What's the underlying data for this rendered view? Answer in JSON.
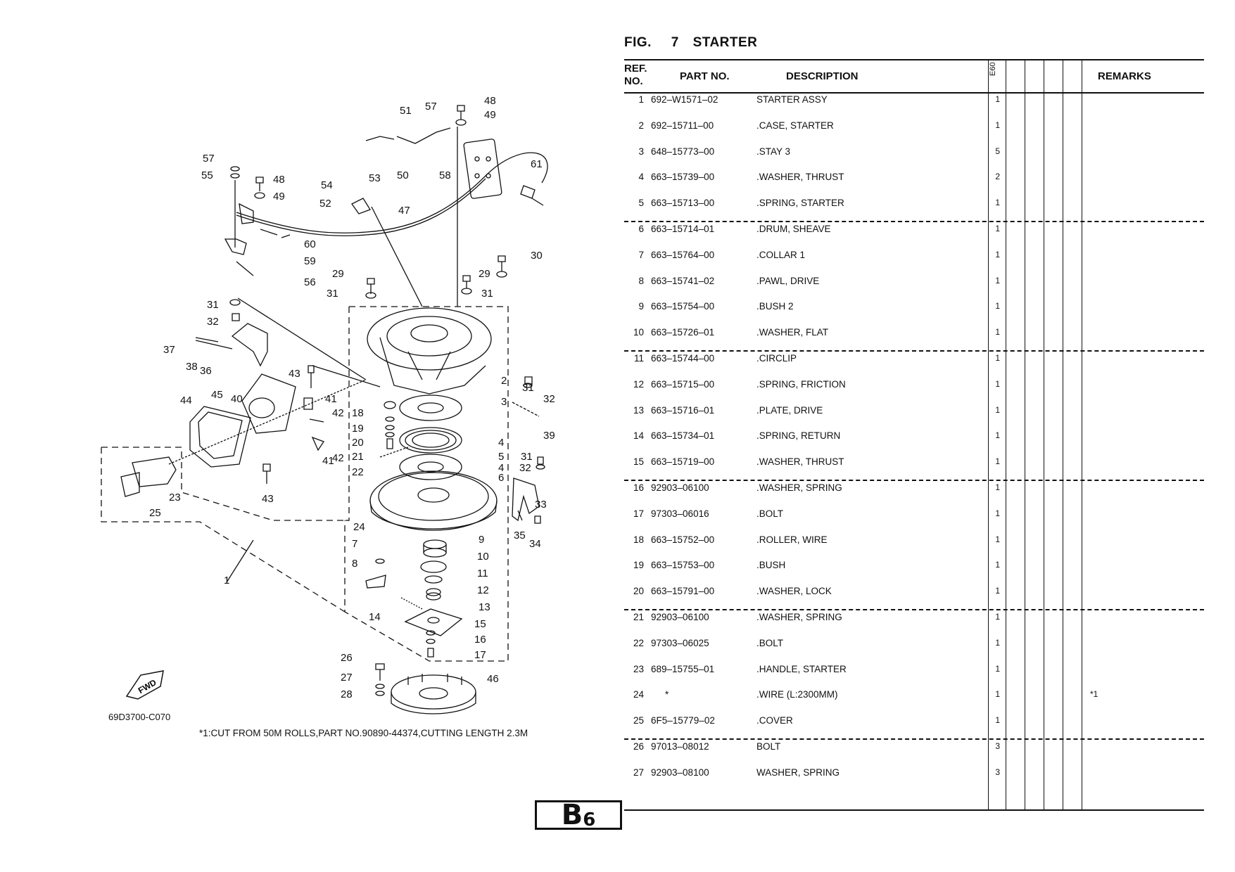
{
  "figure": {
    "fig_label": "FIG.",
    "fig_number": "7",
    "fig_name": "STARTER"
  },
  "table_header": {
    "ref_no_line1": "REF.",
    "ref_no_line2": "NO.",
    "part_no": "PART NO.",
    "description": "DESCRIPTION",
    "model_column": "E60",
    "remarks": "REMARKS"
  },
  "rows": [
    {
      "ref": "1",
      "part_no": "692–W1571–02",
      "description": "STARTER ASSY",
      "qty": "1",
      "remarks": ""
    },
    {
      "ref": "2",
      "part_no": "692–15711–00",
      "description": ".CASE, STARTER",
      "qty": "1",
      "remarks": ""
    },
    {
      "ref": "3",
      "part_no": "648–15773–00",
      "description": ".STAY 3",
      "qty": "5",
      "remarks": ""
    },
    {
      "ref": "4",
      "part_no": "663–15739–00",
      "description": ".WASHER, THRUST",
      "qty": "2",
      "remarks": ""
    },
    {
      "ref": "5",
      "part_no": "663–15713–00",
      "description": ".SPRING, STARTER",
      "qty": "1",
      "remarks": ""
    },
    {
      "ref": "6",
      "part_no": "663–15714–01",
      "description": ".DRUM, SHEAVE",
      "qty": "1",
      "remarks": ""
    },
    {
      "ref": "7",
      "part_no": "663–15764–00",
      "description": ".COLLAR 1",
      "qty": "1",
      "remarks": ""
    },
    {
      "ref": "8",
      "part_no": "663–15741–02",
      "description": ".PAWL, DRIVE",
      "qty": "1",
      "remarks": ""
    },
    {
      "ref": "9",
      "part_no": "663–15754–00",
      "description": ".BUSH 2",
      "qty": "1",
      "remarks": ""
    },
    {
      "ref": "10",
      "part_no": "663–15726–01",
      "description": ".WASHER, FLAT",
      "qty": "1",
      "remarks": ""
    },
    {
      "ref": "11",
      "part_no": "663–15744–00",
      "description": ".CIRCLIP",
      "qty": "1",
      "remarks": ""
    },
    {
      "ref": "12",
      "part_no": "663–15715–00",
      "description": ".SPRING, FRICTION",
      "qty": "1",
      "remarks": ""
    },
    {
      "ref": "13",
      "part_no": "663–15716–01",
      "description": ".PLATE, DRIVE",
      "qty": "1",
      "remarks": ""
    },
    {
      "ref": "14",
      "part_no": "663–15734–01",
      "description": ".SPRING, RETURN",
      "qty": "1",
      "remarks": ""
    },
    {
      "ref": "15",
      "part_no": "663–15719–00",
      "description": ".WASHER, THRUST",
      "qty": "1",
      "remarks": ""
    },
    {
      "ref": "16",
      "part_no": "92903–06100",
      "description": ".WASHER, SPRING",
      "qty": "1",
      "remarks": ""
    },
    {
      "ref": "17",
      "part_no": "97303–06016",
      "description": ".BOLT",
      "qty": "1",
      "remarks": ""
    },
    {
      "ref": "18",
      "part_no": "663–15752–00",
      "description": ".ROLLER, WIRE",
      "qty": "1",
      "remarks": ""
    },
    {
      "ref": "19",
      "part_no": "663–15753–00",
      "description": ".BUSH",
      "qty": "1",
      "remarks": ""
    },
    {
      "ref": "20",
      "part_no": "663–15791–00",
      "description": ".WASHER, LOCK",
      "qty": "1",
      "remarks": ""
    },
    {
      "ref": "21",
      "part_no": "92903–06100",
      "description": ".WASHER, SPRING",
      "qty": "1",
      "remarks": ""
    },
    {
      "ref": "22",
      "part_no": "97303–06025",
      "description": ".BOLT",
      "qty": "1",
      "remarks": ""
    },
    {
      "ref": "23",
      "part_no": "689–15755–01",
      "description": ".HANDLE, STARTER",
      "qty": "1",
      "remarks": ""
    },
    {
      "ref": "24",
      "part_no": "*",
      "description": ".WIRE (L:2300MM)",
      "qty": "1",
      "remarks": "*1"
    },
    {
      "ref": "25",
      "part_no": "6F5–15779–02",
      "description": ".COVER",
      "qty": "1",
      "remarks": ""
    },
    {
      "ref": "26",
      "part_no": "97013–08012",
      "description": "BOLT",
      "qty": "3",
      "remarks": ""
    },
    {
      "ref": "27",
      "part_no": "92903–08100",
      "description": "WASHER, SPRING",
      "qty": "3",
      "remarks": ""
    }
  ],
  "diagram": {
    "code": "69D3700-C070",
    "fwd_label": "FWD",
    "footnote": "*1:CUT FROM 50M ROLLS,PART NO.90890-44374,CUTTING LENGTH 2.3M",
    "callouts": [
      "1",
      "2",
      "3",
      "4",
      "5",
      "4",
      "6",
      "7",
      "8",
      "9",
      "10",
      "11",
      "12",
      "13",
      "14",
      "15",
      "16",
      "17",
      "18",
      "19",
      "20",
      "21",
      "22",
      "23",
      "24",
      "25",
      "26",
      "27",
      "28",
      "29",
      "29",
      "30",
      "31",
      "31",
      "31",
      "31",
      "31",
      "32",
      "32",
      "32",
      "33",
      "34",
      "35",
      "36",
      "37",
      "38",
      "39",
      "40",
      "41",
      "41",
      "42",
      "42",
      "43",
      "43",
      "44",
      "45",
      "46",
      "47",
      "48",
      "48",
      "49",
      "49",
      "50",
      "51",
      "52",
      "53",
      "54",
      "55",
      "56",
      "57",
      "57",
      "58",
      "59",
      "60",
      "61"
    ]
  },
  "page_label": {
    "letter": "B",
    "number": "6"
  }
}
